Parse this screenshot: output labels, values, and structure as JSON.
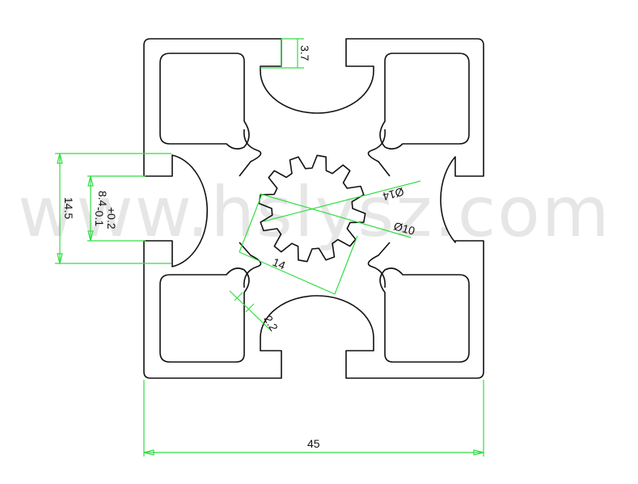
{
  "watermark": "www.hslysz.com",
  "dimensions": {
    "width": "45",
    "slot_depth": "3.7",
    "slot_height": "14.5",
    "slot_opening_top": "8.4",
    "slot_opening_tol_plus": "+0.2",
    "slot_opening_tol_minus": "-0.1",
    "inner_diameter": "Ø10",
    "outer_diameter": "Ø14",
    "center_width": "14",
    "wall": "2.2"
  },
  "colors": {
    "outline": "#111111",
    "dimension": "#33dd44",
    "watermark": "#e6e6e6"
  }
}
